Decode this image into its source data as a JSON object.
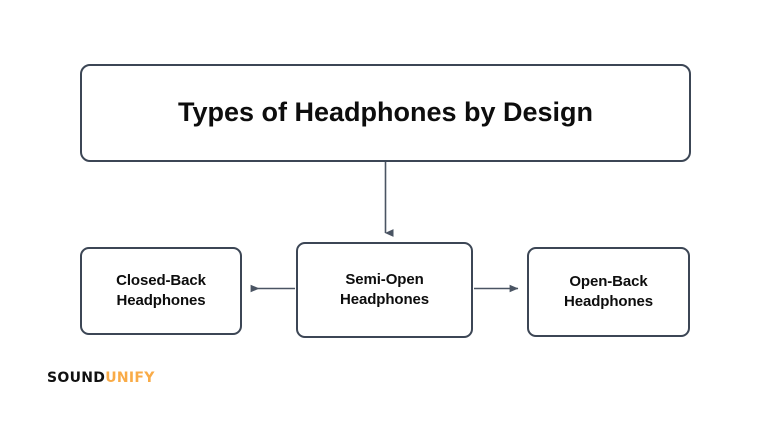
{
  "diagram": {
    "title_node": {
      "label": "Types of Headphones by Design"
    },
    "nodes": [
      {
        "id": "closed-back",
        "label": "Closed-Back\nHeadphones"
      },
      {
        "id": "semi-open",
        "label": "Semi-Open\nHeadphones"
      },
      {
        "id": "open-back",
        "label": "Open-Back\nHeadphones"
      }
    ],
    "connectors": [
      {
        "from": "title",
        "to": "semi-open",
        "direction": "down"
      },
      {
        "from": "semi-open",
        "to": "closed-back",
        "direction": "left"
      },
      {
        "from": "semi-open",
        "to": "open-back",
        "direction": "right"
      }
    ],
    "colors": {
      "node_border": "#3c4655",
      "node_fill": "#ffffff",
      "text": "#0d0d0d",
      "connector": "#4a5463",
      "background": "#ffffff"
    }
  },
  "logo": {
    "part_one": "SOUND",
    "part_two": "UNIFY",
    "part_one_color": "#111111",
    "part_two_color": "#f9ab47"
  }
}
